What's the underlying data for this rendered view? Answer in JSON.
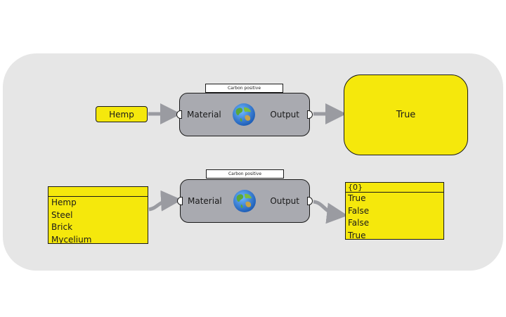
{
  "row1": {
    "input_panel": "Hemp",
    "component": {
      "tag": "Carbon positive",
      "input_label": "Material",
      "output_label": "Output",
      "icon": "globe-icon"
    },
    "output_panel": "True"
  },
  "row2": {
    "input_list": [
      "Hemp",
      "Steel",
      "Brick",
      "Mycelium"
    ],
    "component": {
      "tag": "Carbon positive",
      "input_label": "Material",
      "output_label": "Output",
      "icon": "globe-icon"
    },
    "output_list": {
      "header": "{0}",
      "items": [
        "True",
        "False",
        "False",
        "True"
      ]
    }
  },
  "colors": {
    "panel": "#f5e80c",
    "component": "#a9aab0",
    "canvas": "#e6e6e6",
    "wire": "#9a9ba1"
  }
}
